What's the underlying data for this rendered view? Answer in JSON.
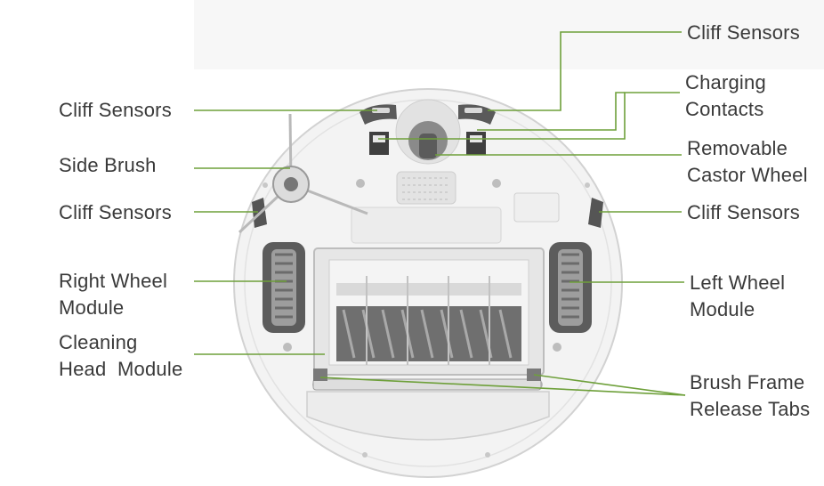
{
  "figure": {
    "leader_color": "#6ea03a",
    "text_color": "#3a3a3a",
    "robot_body_color": "#f2f2f2",
    "robot_outline_color": "#cfcfcf",
    "wheel_color": "#5e5e5e",
    "brush_color": "#6d6d6d"
  },
  "labels": {
    "cliff_sensors_top_right": "Cliff Sensors",
    "charging_contacts_line1": "Charging",
    "charging_contacts_line2": "Contacts",
    "removable_castor_line1": "Removable",
    "removable_castor_line2": "Castor Wheel",
    "cliff_sensors_mid_right": "Cliff Sensors",
    "left_wheel_line1": "Left Wheel",
    "left_wheel_line2": "Module",
    "brush_frame_line1": "Brush Frame",
    "brush_frame_line2": "Release Tabs",
    "cliff_sensors_top_left": "Cliff Sensors",
    "side_brush": "Side Brush",
    "cliff_sensors_mid_left": "Cliff Sensors",
    "right_wheel_line1": "Right Wheel",
    "right_wheel_line2": "Module",
    "cleaning_head_line1": "Cleaning",
    "cleaning_head_line2": "Head  Module"
  }
}
